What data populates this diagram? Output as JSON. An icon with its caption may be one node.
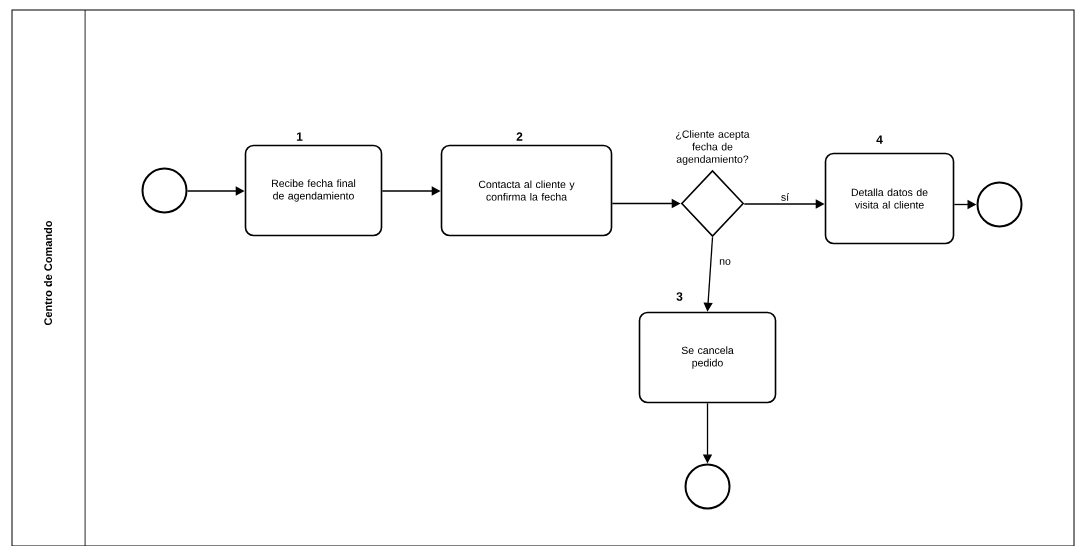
{
  "diagram": {
    "nodes": [
      {
        "text": [
          "Centro de Comando"
        ]
      },
      {
        "text": [],
        "shape": "circle",
        "in": 0
      },
      {
        "text": [
          "Recibe fecha final de agendamiento"
        ],
        "beside": [
          "1"
        ],
        "in": 0
      },
      {
        "text": [
          "Contacta al cliente y confirma la fecha"
        ],
        "beside": [
          "2"
        ],
        "in": 0
      },
      {
        "text": [
          "¿Cliente acepta fecha de agendamiento?"
        ],
        "in": 0
      },
      {
        "text": [
          "Detalla datos de visita al cliente"
        ],
        "beside": [
          "4"
        ],
        "in": 0
      },
      {
        "text": [],
        "shape": "circle",
        "in": 0
      },
      {
        "text": [
          "Se cancela pedido"
        ],
        "beside": [
          "3"
        ],
        "in": 0
      },
      {
        "text": [],
        "shape": "circle",
        "in": 0
      }
    ],
    "edges": [
      {
        "from": 1,
        "to": 2,
        "arrow": "to"
      },
      {
        "from": 2,
        "to": 3,
        "arrow": "to"
      },
      {
        "from": 3,
        "to": 4,
        "arrow": "to"
      },
      {
        "from": 4,
        "to": 5,
        "arrow": "to",
        "label": "sí"
      },
      {
        "from": 5,
        "to": 6,
        "arrow": "to"
      },
      {
        "from": 4,
        "to": 7,
        "arrow": "to",
        "label": "no"
      },
      {
        "from": 7,
        "to": 8,
        "arrow": "to"
      }
    ]
  }
}
